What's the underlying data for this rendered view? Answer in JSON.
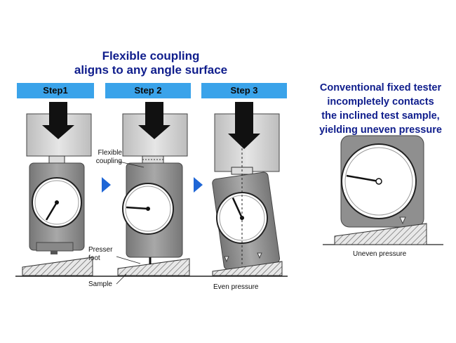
{
  "headline": {
    "line1": "Flexible coupling",
    "line2": "aligns to any angle surface"
  },
  "steps": [
    "Step1",
    "Step 2",
    "Step 3"
  ],
  "labels": {
    "flexible_coupling_1": "Flexible",
    "flexible_coupling_2": "coupling",
    "presser_foot_1": "Presser",
    "presser_foot_2": "foot",
    "sample": "Sample",
    "even_pressure": "Even pressure",
    "uneven_pressure": "Uneven pressure"
  },
  "conventional": {
    "line1": "Conventional fixed tester",
    "line2": "incompletely contacts",
    "line3": "the inclined test sample,",
    "line4": "yielding uneven pressure"
  },
  "colors": {
    "headline": "#0f1d8c",
    "step_banner": "#3aa3ea",
    "arrow": "#1f66d6",
    "body_gray": "#8e8e8e",
    "light_gray": "#cfcfcf"
  }
}
